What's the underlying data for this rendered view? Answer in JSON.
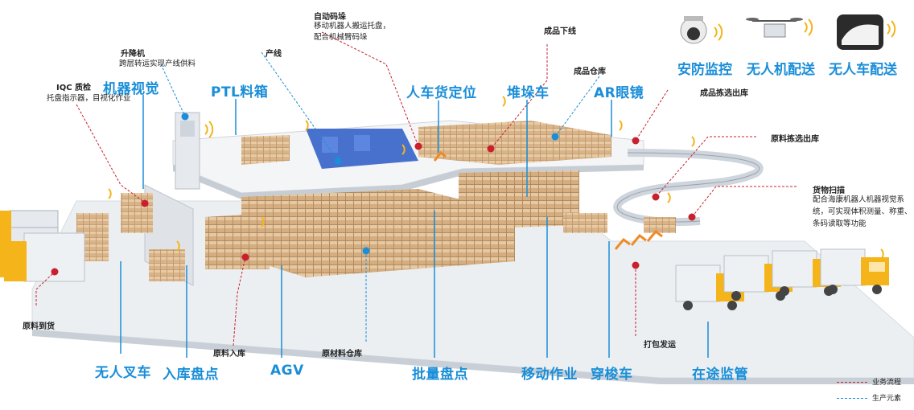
{
  "top_icons": [
    {
      "label": "安防监控",
      "icon": "security-camera-icon"
    },
    {
      "label": "无人机配送",
      "icon": "drone-icon"
    },
    {
      "label": "无人车配送",
      "icon": "autonomous-vehicle-icon"
    }
  ],
  "big_labels": {
    "machine_vision": "机器视觉",
    "ptl": "PTL料箱",
    "person_goods": "人车货定位",
    "stacker": "堆垛车",
    "ar_glasses": "AR眼镜",
    "forklift": "无人叉车",
    "inbound_count": "入库盘点",
    "agv": "AGV",
    "batch_count": "批量盘点",
    "mobile_ops": "移动作业",
    "shuttle": "穿梭车",
    "in_transit": "在途监管"
  },
  "small_labels": {
    "iqc_title": "IQC 质检",
    "iqc_desc": "托盘指示器，目视化作业",
    "lift_title": "升降机",
    "lift_desc": "跨层转运实现产线供料",
    "production_line": "产线",
    "auto_stack_title": "自动码垛",
    "auto_stack_desc1": "移动机器人搬运托盘，",
    "auto_stack_desc2": "配合机械臂码垛",
    "finished_offline": "成品下线",
    "finished_warehouse": "成品仓库",
    "finished_sort": "成品拣选出库",
    "raw_sort": "原料拣选出库",
    "scan_title": "货物扫描",
    "scan_desc1": "配合海康机器人机器视觉系",
    "scan_desc2": "统，可实现体积测量、称重、",
    "scan_desc3": "条码读取等功能",
    "raw_arrival": "原料到货",
    "raw_inbound": "原料入库",
    "raw_material_wh": "原材料仓库",
    "pack_ship": "打包发运"
  },
  "legend": [
    {
      "label": "业务流程",
      "color": "#c8202c",
      "style": "dashed"
    },
    {
      "label": "生产元素",
      "color": "#1a8ed8",
      "style": "dashed"
    }
  ],
  "colors": {
    "accent": "#1a8ed8",
    "flow": "#c8202c",
    "truck": "#f4b41a",
    "box": "#d9b48a"
  }
}
